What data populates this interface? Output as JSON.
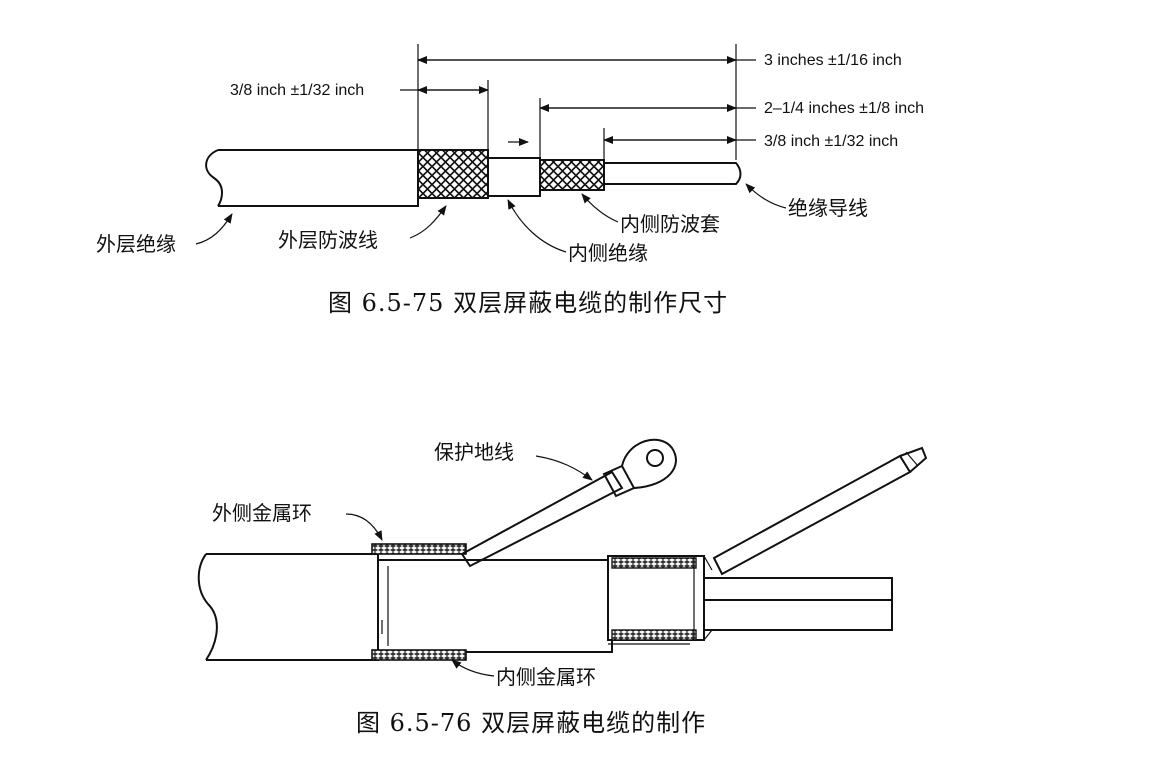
{
  "figure1": {
    "caption": "图 6.5-75 双层屏蔽电缆的制作尺寸",
    "dimensions": {
      "top": "3 inches ±1/16 inch",
      "left": "3/8 inch ±1/32 inch",
      "middle": "2–1/4 inches ±1/8 inch",
      "right": "3/8 inch ±1/32 inch"
    },
    "labels": {
      "outer_insulation": "外层绝缘",
      "outer_shield": "外层防波线",
      "inner_insulation": "内侧绝缘",
      "inner_shield": "内侧防波套",
      "insulated_conductor": "绝缘导线"
    }
  },
  "figure2": {
    "caption": "图 6.5-76 双层屏蔽电缆的制作",
    "labels": {
      "ground_wire": "保护地线",
      "outer_ring": "外侧金属环",
      "inner_ring": "内侧金属环"
    }
  }
}
